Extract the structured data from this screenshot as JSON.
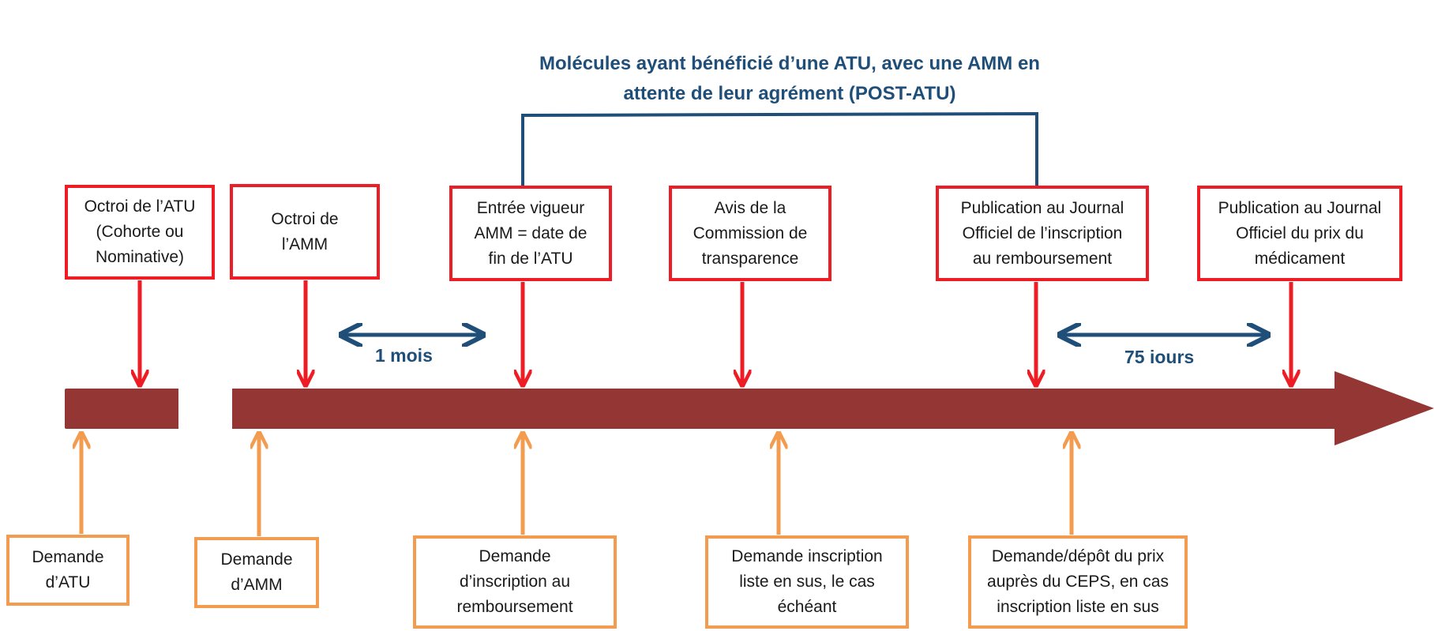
{
  "title": "Molécules ayant bénéficié d’une ATU, avec une AMM en\nattente de leur agrément (POST-ATU)",
  "colors": {
    "timeline": "#943634",
    "top_box_border": "#ee1c25",
    "bottom_box_border": "#f39c4f",
    "bracket_and_labels": "#1f4e79"
  },
  "top_events": [
    {
      "label": "Octroi de l’ATU\n(Cohorte ou\nNominative)"
    },
    {
      "label": "Octroi de\nl’AMM"
    },
    {
      "label": "Entrée vigueur\nAMM = date de\nfin de l’ATU"
    },
    {
      "label": "Avis de la\nCommission de\ntransparence"
    },
    {
      "label": "Publication au Journal\nOfficiel de l’inscription\nau remboursement"
    },
    {
      "label": "Publication au Journal\nOfficiel du prix du\nmédicament"
    }
  ],
  "bottom_events": [
    {
      "label": "Demande\nd’ATU"
    },
    {
      "label": "Demande\nd’AMM"
    },
    {
      "label": "Demande\nd’inscription au\nremboursement"
    },
    {
      "label": "Demande inscription\nliste en sus, le cas\néchéant"
    },
    {
      "label": "Demande/dépôt du prix\nauprès du CEPS, en cas\ninscription liste en sus"
    }
  ],
  "durations": [
    {
      "label": "1 mois"
    },
    {
      "label": "75 iours"
    }
  ]
}
